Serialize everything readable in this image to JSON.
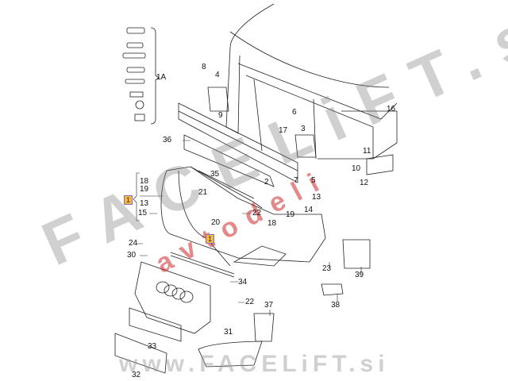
{
  "diagram": {
    "title": "Front bumper exploded parts diagram",
    "callouts": [
      "1A",
      "8",
      "4",
      "9",
      "6",
      "17",
      "3",
      "16",
      "11",
      "10",
      "12",
      "5",
      "7",
      "2",
      "35",
      "36",
      "18",
      "19",
      "13",
      "15",
      "21",
      "22",
      "20",
      "18",
      "19",
      "13",
      "14",
      "24",
      "30",
      "34",
      "22",
      "23",
      "39",
      "38",
      "37",
      "31",
      "33",
      "32"
    ],
    "highlight_tags": [
      "1",
      "1"
    ]
  },
  "watermarks": {
    "main": "FACELiFT.si",
    "red": "avtodeli",
    "url": "www.FACELiFT.si"
  },
  "colors": {
    "highlight": "#f5b83a",
    "watermark_red": "#cd2828",
    "line": "#222222"
  }
}
